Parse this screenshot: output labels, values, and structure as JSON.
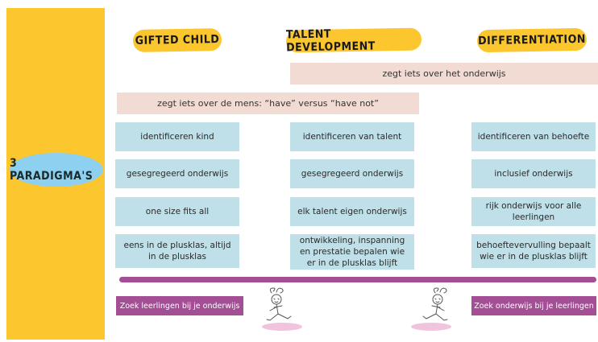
{
  "side_label": "3 PARADIGMA'S",
  "headers": [
    "GIFTED CHILD",
    "TALENT DEVELOPMENT",
    "DIFFERENTIATION"
  ],
  "bands": {
    "onderwijs": "zegt iets over het onderwijs",
    "mens": "zegt iets over de mens: “have” versus “have not”"
  },
  "rows": [
    [
      "identificeren kind",
      "identificeren van talent",
      "identificeren van behoefte"
    ],
    [
      "gesegregeerd onderwijs",
      "gesegregeerd onderwijs",
      "inclusief onderwijs"
    ],
    [
      "one size fits all",
      "elk talent eigen onderwijs",
      "rijk onderwijs voor alle leerlingen"
    ],
    [
      "eens in de plusklas, altijd in de plusklas",
      "ontwikkeling, inspanning en prestatie bepalen wie er in de plusklas blijft",
      "behoeftevervulling bepaalt wie er in de plusklas blijft"
    ]
  ],
  "tags": {
    "left": "Zoek leerlingen bij je onderwijs",
    "right": "Zoek onderwijs bij je leerlingen"
  },
  "colors": {
    "yellow": "#fcc62f",
    "light_blue": "#8ed0ef",
    "box_blue": "#bfe0e8",
    "band_pink": "#f2dbd3",
    "purple": "#a34e95"
  },
  "icons": [
    "runner-figure-icon",
    "runner-figure-icon"
  ]
}
